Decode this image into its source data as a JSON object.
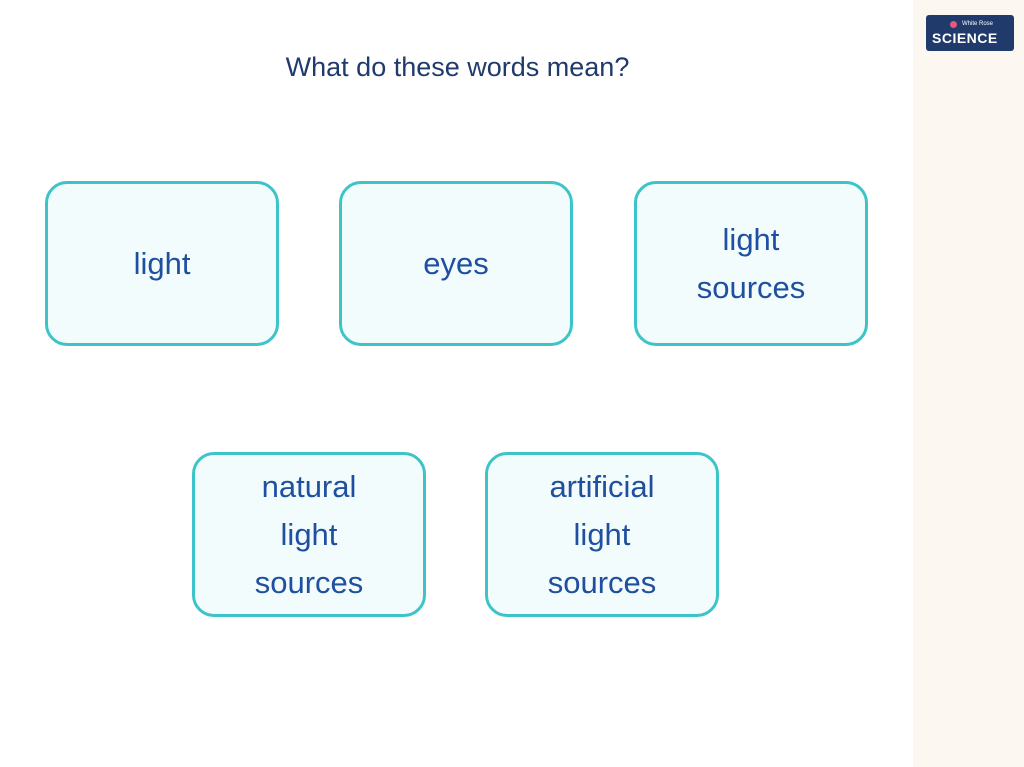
{
  "slide": {
    "title": "What do these words mean?",
    "logo": {
      "small_text": "White Rose",
      "big_text": "SCIENCE"
    },
    "cards": [
      {
        "label": "light"
      },
      {
        "label": "eyes"
      },
      {
        "label": "light\nsources"
      },
      {
        "label": "natural\nlight\nsources"
      },
      {
        "label": "artificial\nlight\nsources"
      }
    ]
  }
}
